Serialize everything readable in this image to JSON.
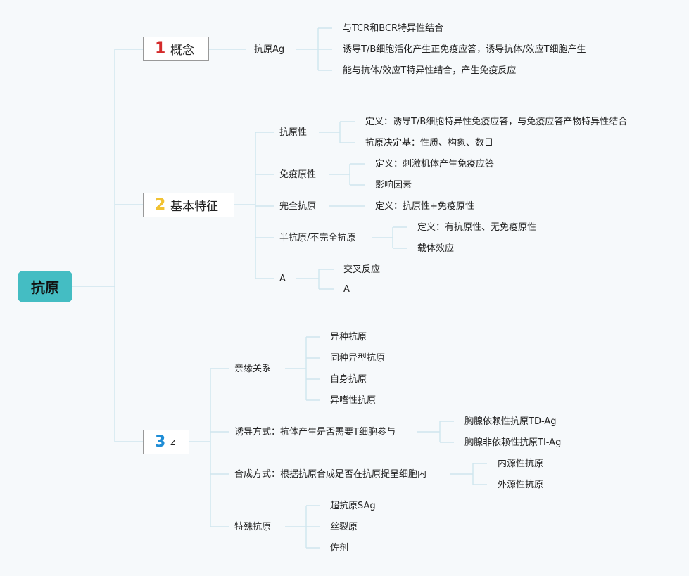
{
  "root": "抗原",
  "colors": {
    "root_bg": "#44bdc3",
    "line": "#cfe6ee",
    "num1": "#d42a2a",
    "num2": "#f1c232",
    "num3": "#1f8dd6"
  },
  "branch1": {
    "num": "1",
    "label": "概念",
    "child": "抗原Ag",
    "items": [
      "与TCR和BCR特异性结合",
      "诱导T/B细胞活化产生正免疫应答，诱导抗体/效应T细胞产生",
      "能与抗体/效应T特异性结合，产生免疫反应"
    ]
  },
  "branch2": {
    "num": "2",
    "label": "基本特征",
    "groups": [
      {
        "label": "抗原性",
        "items": [
          "定义：诱导T/B细胞特异性免疫应答，与免疫应答产物特异性结合",
          "抗原决定基：性质、构象、数目"
        ]
      },
      {
        "label": "免疫原性",
        "items": [
          "定义：刺激机体产生免疫应答",
          "影响因素"
        ]
      },
      {
        "label": "完全抗原",
        "items": [
          "定义：抗原性+免疫原性"
        ]
      },
      {
        "label": "半抗原/不完全抗原",
        "items": [
          "定义：有抗原性、无免疫原性",
          "载体效应"
        ]
      },
      {
        "label": "A",
        "items": [
          "交叉反应",
          "A"
        ]
      }
    ]
  },
  "branch3": {
    "num": "3",
    "label": "z",
    "groups": [
      {
        "label": "亲缘关系",
        "items": [
          "异种抗原",
          "同种异型抗原",
          "自身抗原",
          "异嗜性抗原"
        ]
      },
      {
        "label": "诱导方式：抗体产生是否需要T细胞参与",
        "items": [
          "胸腺依赖性抗原TD-Ag",
          "胸腺非依赖性抗原TI-Ag"
        ]
      },
      {
        "label": "合成方式：根据抗原合成是否在抗原提呈细胞内",
        "items": [
          "内源性抗原",
          "外源性抗原"
        ]
      },
      {
        "label": "特殊抗原",
        "items": [
          "超抗原SAg",
          "丝裂原",
          "佐剂"
        ]
      }
    ]
  }
}
